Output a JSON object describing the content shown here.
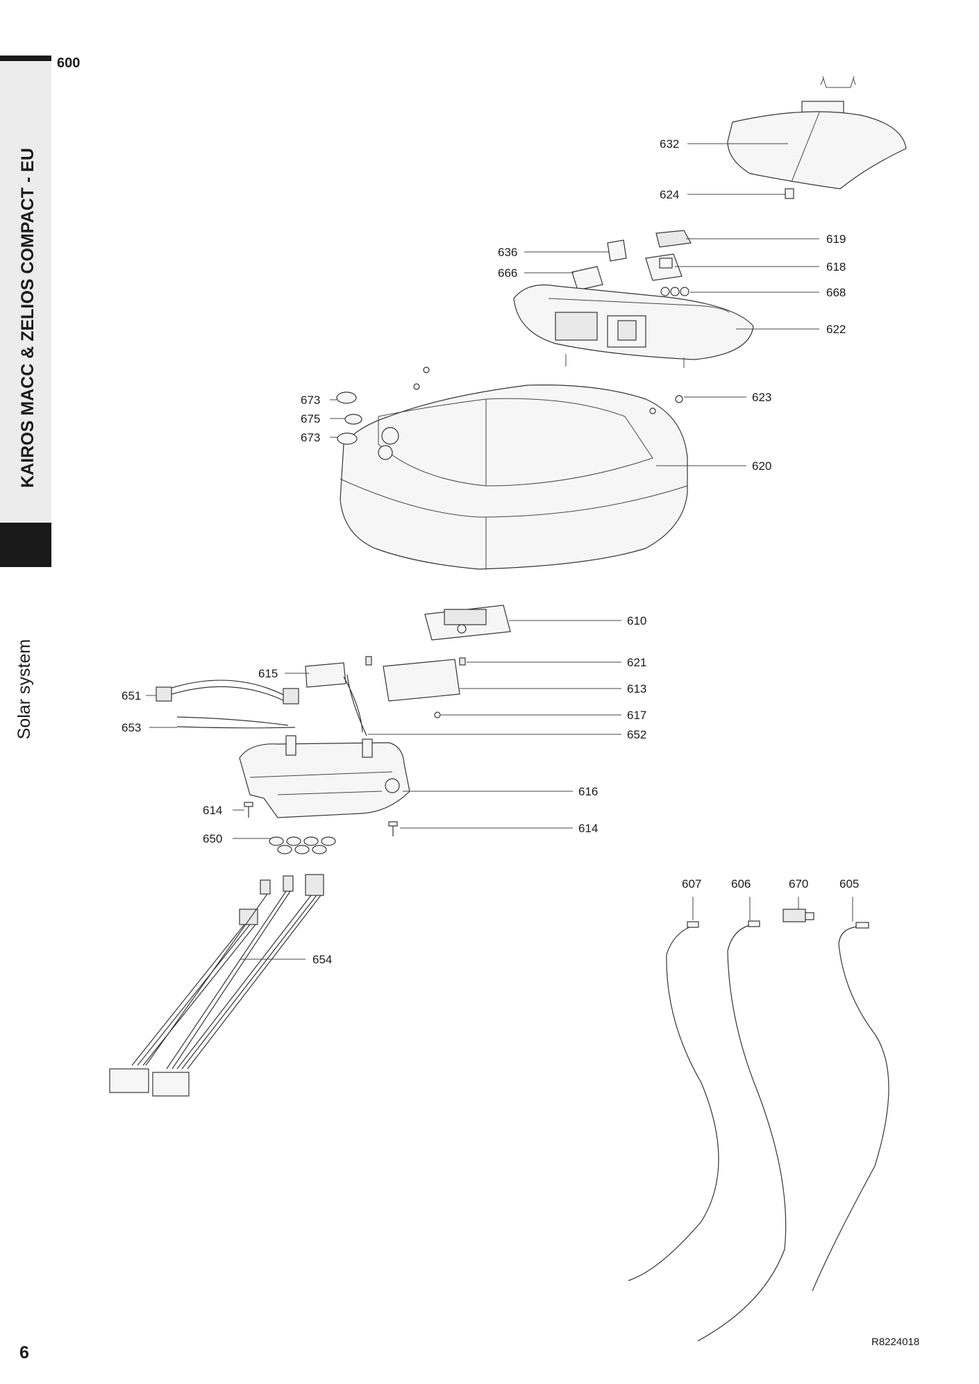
{
  "header": {
    "section_number": "600",
    "product_title": "KAIROS MACC & ZELIOS COMPACT - EU",
    "section_label": "Solar system"
  },
  "footer": {
    "page_number": "6",
    "reference_code": "R8224018"
  },
  "parts": [
    {
      "number": "632"
    },
    {
      "number": "624"
    },
    {
      "number": "636"
    },
    {
      "number": "619"
    },
    {
      "number": "666"
    },
    {
      "number": "618"
    },
    {
      "number": "668"
    },
    {
      "number": "622"
    },
    {
      "number": "673"
    },
    {
      "number": "623"
    },
    {
      "number": "675"
    },
    {
      "number": "673"
    },
    {
      "number": "620"
    },
    {
      "number": "610"
    },
    {
      "number": "615"
    },
    {
      "number": "621"
    },
    {
      "number": "651"
    },
    {
      "number": "613"
    },
    {
      "number": "617"
    },
    {
      "number": "653"
    },
    {
      "number": "652"
    },
    {
      "number": "616"
    },
    {
      "number": "614"
    },
    {
      "number": "614"
    },
    {
      "number": "650"
    },
    {
      "number": "607"
    },
    {
      "number": "606"
    },
    {
      "number": "670"
    },
    {
      "number": "605"
    },
    {
      "number": "654"
    }
  ]
}
